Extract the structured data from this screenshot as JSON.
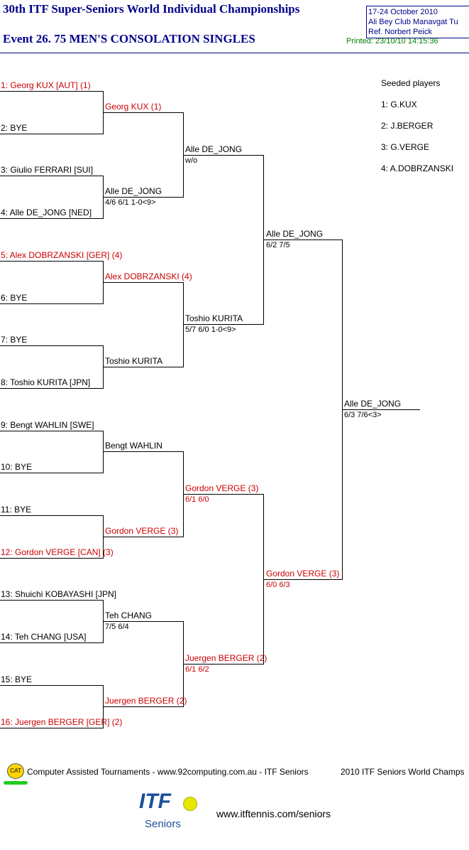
{
  "header": {
    "title": "30th ITF Super-Seniors World Individual Championships",
    "event": "Event 26. 75 MEN'S CONSOLATION SINGLES",
    "dates": "17-24 October 2010",
    "venue": "Ali Bey Club Manavgat Tu",
    "referee": "Ref. Norbert Peick",
    "printed": "Printed: 23/10/10 14:15:36"
  },
  "round1": [
    {
      "label": "1: Georg KUX [AUT] (1)",
      "seeded": true
    },
    {
      "label": "2: BYE",
      "seeded": false
    },
    {
      "label": "3: Giulio FERRARI [SUI]",
      "seeded": false
    },
    {
      "label": "4: Alle DE_JONG [NED]",
      "seeded": false
    },
    {
      "label": "5: Alex DOBRZANSKI [GER] (4)",
      "seeded": true
    },
    {
      "label": "6: BYE",
      "seeded": false
    },
    {
      "label": "7: BYE",
      "seeded": false
    },
    {
      "label": "8: Toshio KURITA [JPN]",
      "seeded": false
    },
    {
      "label": "9: Bengt WAHLIN [SWE]",
      "seeded": false
    },
    {
      "label": "10: BYE",
      "seeded": false
    },
    {
      "label": "11: BYE",
      "seeded": false
    },
    {
      "label": "12: Gordon VERGE [CAN] (3)",
      "seeded": true
    },
    {
      "label": "13: Shuichi KOBAYASHI [JPN]",
      "seeded": false
    },
    {
      "label": "14: Teh CHANG [USA]",
      "seeded": false
    },
    {
      "label": "15: BYE",
      "seeded": false
    },
    {
      "label": "16: Juergen BERGER [GER] (2)",
      "seeded": true
    }
  ],
  "round2": [
    {
      "name": "Georg KUX (1)",
      "score": "",
      "seeded": true
    },
    {
      "name": "Alle DE_JONG",
      "score": "4/6 6/1 1-0<9>",
      "seeded": false
    },
    {
      "name": "Alex DOBRZANSKI (4)",
      "score": "",
      "seeded": true
    },
    {
      "name": "Toshio KURITA",
      "score": "",
      "seeded": false
    },
    {
      "name": "Bengt WAHLIN",
      "score": "",
      "seeded": false
    },
    {
      "name": "Gordon VERGE (3)",
      "score": "",
      "seeded": true
    },
    {
      "name": "Teh CHANG",
      "score": "7/5 6/4",
      "seeded": false
    },
    {
      "name": "Juergen BERGER (2)",
      "score": "",
      "seeded": true
    }
  ],
  "round3": [
    {
      "name": "Alle DE_JONG",
      "score": "w/o",
      "seeded": false
    },
    {
      "name": "Toshio KURITA",
      "score": "5/7 6/0 1-0<9>",
      "seeded": false
    },
    {
      "name": "Gordon VERGE (3)",
      "score": "6/1 6/0",
      "seeded": true
    },
    {
      "name": "Juergen BERGER (2)",
      "score": "6/1 6/2",
      "seeded": true
    }
  ],
  "round4": [
    {
      "name": "Alle DE_JONG",
      "score": "6/2 7/5",
      "seeded": false
    },
    {
      "name": "Gordon VERGE (3)",
      "score": "6/0 6/3",
      "seeded": true
    }
  ],
  "final": {
    "name": "Alle DE_JONG",
    "score": "6/3 7/6<3>"
  },
  "seeds": {
    "title": "Seeded players",
    "list": [
      "1: G.KUX",
      "2: J.BERGER",
      "3: G.VERGE",
      "4: A.DOBRZANSKI"
    ]
  },
  "footer": {
    "cat_badge": "CAT",
    "cat_text": "Computer Assisted Tournaments - www.92computing.com.au -  ITF Seniors",
    "champs": "2010 ITF Seniors World Champs",
    "logo_itf": "ITF",
    "logo_seniors": "Seniors",
    "url": "www.itftennis.com/seniors"
  },
  "colors": {
    "title": "#00008b",
    "seeded": "#cc0000",
    "printed": "#008000",
    "itf_blue": "#1b4f9c",
    "ball": "#e6e600"
  }
}
